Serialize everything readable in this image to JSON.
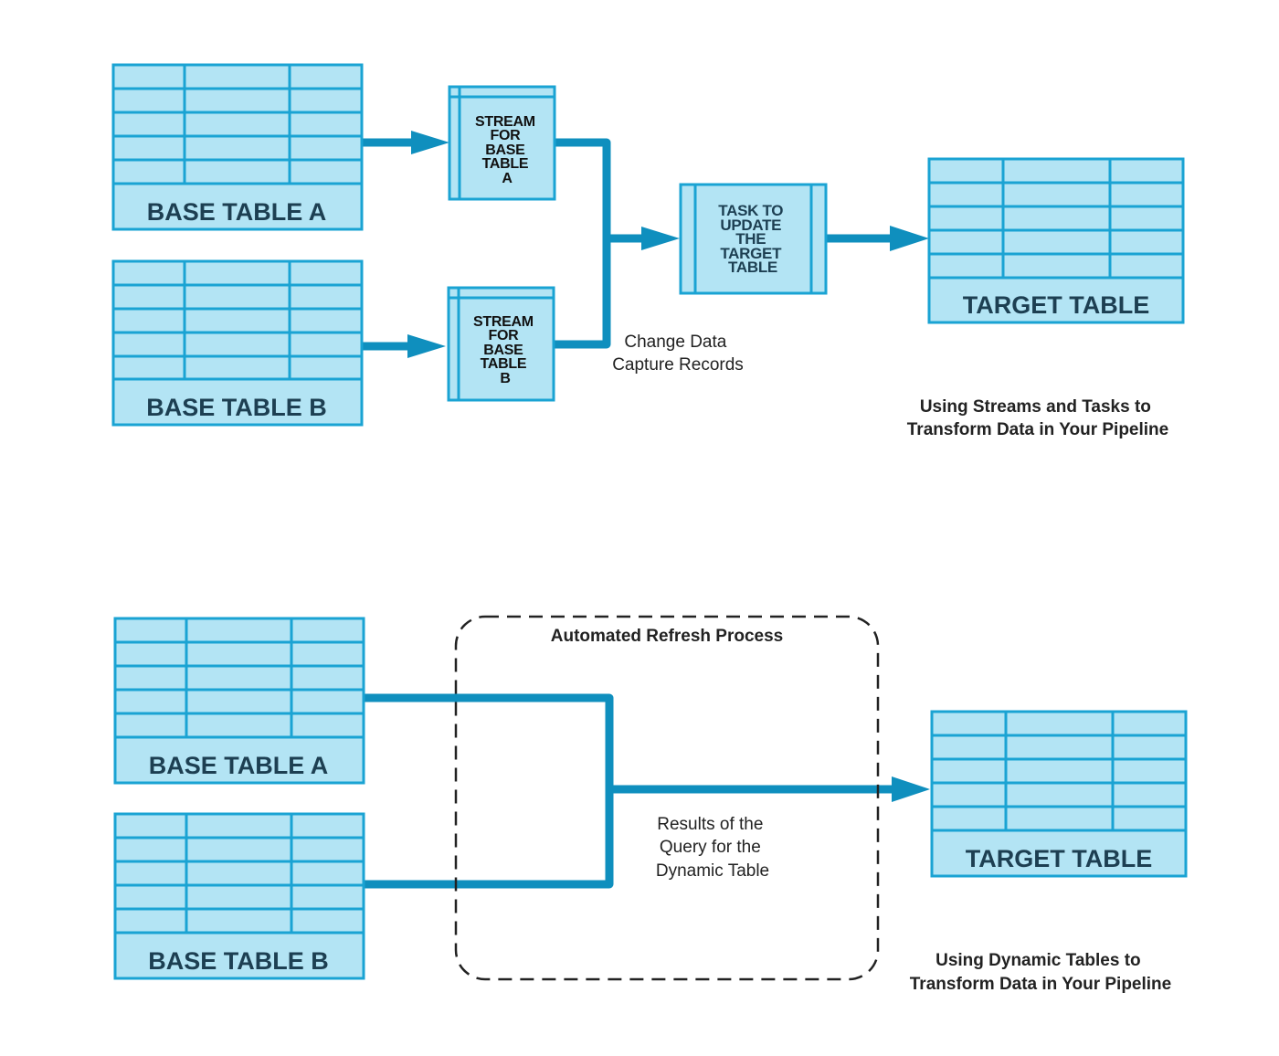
{
  "top_diagram": {
    "base_table_a": "BASE TABLE A",
    "base_table_b": "BASE TABLE B",
    "stream_a": [
      "STREAM",
      "FOR",
      "BASE",
      "TABLE",
      "A"
    ],
    "stream_b": [
      "STREAM",
      "FOR",
      "BASE",
      "TABLE",
      "B"
    ],
    "task": [
      "TASK TO",
      "UPDATE",
      "THE",
      "TARGET",
      "TABLE"
    ],
    "target_table": "TARGET TABLE",
    "connector_label": [
      "Change Data",
      "Capture Records"
    ],
    "caption": [
      "Using Streams and Tasks to",
      "Transform Data in Your Pipeline"
    ]
  },
  "bottom_diagram": {
    "base_table_a": "BASE TABLE A",
    "base_table_b": "BASE TABLE B",
    "process_title": "Automated Refresh Process",
    "connector_label": [
      "Results of the",
      "Query for the",
      "Dynamic Table"
    ],
    "target_table": "TARGET TABLE",
    "caption": [
      "Using Dynamic Tables to",
      "Transform Data in Your Pipeline"
    ]
  },
  "colors": {
    "table_fill": "#b3e4f4",
    "table_stroke": "#1aa3d3",
    "connector": "#0f8fbe",
    "table_label": "#1d3f52"
  }
}
